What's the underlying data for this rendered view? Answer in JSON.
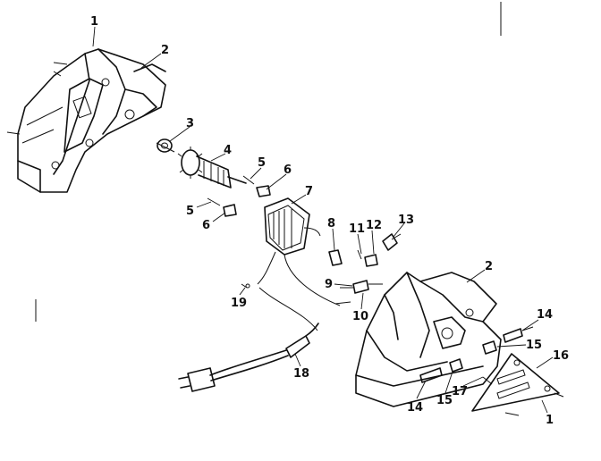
{
  "callouts": [
    {
      "id": "c1a",
      "text": "1"
    },
    {
      "id": "c2a",
      "text": "2"
    },
    {
      "id": "c3",
      "text": "3"
    },
    {
      "id": "c4",
      "text": "4"
    },
    {
      "id": "c5a",
      "text": "5"
    },
    {
      "id": "c6a",
      "text": "6"
    },
    {
      "id": "c7",
      "text": "7"
    },
    {
      "id": "c5b",
      "text": "5"
    },
    {
      "id": "c6b",
      "text": "6"
    },
    {
      "id": "c8",
      "text": "8"
    },
    {
      "id": "c11",
      "text": "11"
    },
    {
      "id": "c12",
      "text": "12"
    },
    {
      "id": "c13",
      "text": "13"
    },
    {
      "id": "c9",
      "text": "9"
    },
    {
      "id": "c10",
      "text": "10"
    },
    {
      "id": "c19",
      "text": "19"
    },
    {
      "id": "c2b",
      "text": "2"
    },
    {
      "id": "c14a",
      "text": "14"
    },
    {
      "id": "c15a",
      "text": "15"
    },
    {
      "id": "c16",
      "text": "16"
    },
    {
      "id": "c18",
      "text": "18"
    },
    {
      "id": "c14b",
      "text": "14"
    },
    {
      "id": "c15b",
      "text": "15"
    },
    {
      "id": "c17",
      "text": "17"
    },
    {
      "id": "c1b",
      "text": "1"
    }
  ]
}
